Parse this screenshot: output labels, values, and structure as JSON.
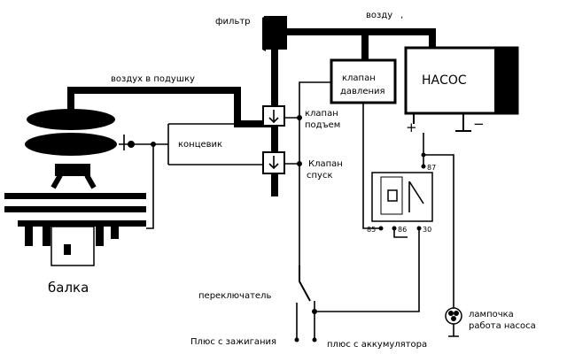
{
  "labels": {
    "filter": "фильтр",
    "air": "возду",
    "air_to_cushion": "воздух в подушку",
    "pressure_valve_line1": "клапан",
    "pressure_valve_line2": "давления",
    "pump": "НАСОС",
    "valve_up_line1": "клапан",
    "valve_up_line2": "подъем",
    "valve_down_line1": "Клапан",
    "valve_down_line2": "спуск",
    "limit_switch": "концевик",
    "beam": "балка",
    "switch": "переключатель",
    "plus_ignition": "Плюс с зажигания",
    "plus_battery": "плюс с аккумулятора",
    "lamp_line1": "лампочка",
    "lamp_line2": "работа насоса",
    "pin_85": "85",
    "pin_86": "86",
    "pin_30": "30",
    "pin_87": "87",
    "pump_plus": "+",
    "pump_minus": "−"
  }
}
